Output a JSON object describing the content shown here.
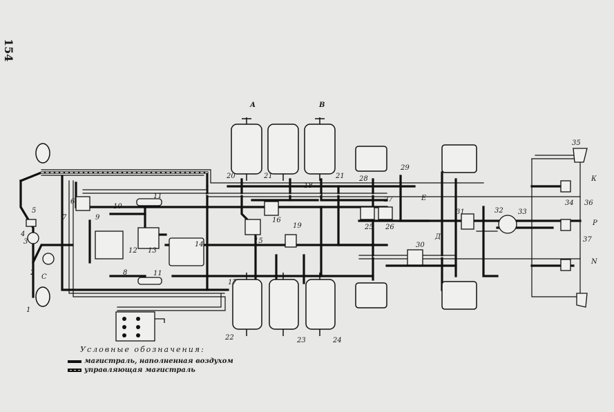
{
  "page_number": "154",
  "legend": {
    "title": "Условные обозначения:",
    "items": [
      {
        "style": "solid",
        "text": "магистраль, наполненная воздухом"
      },
      {
        "style": "dashed",
        "text": "управляющая магистраль"
      }
    ]
  },
  "colors": {
    "paper": "#e8e8e6",
    "ink": "#111111"
  },
  "labels": {
    "l1": "1",
    "l2": "2",
    "l3": "3",
    "l4": "4",
    "l5": "5",
    "l6": "6",
    "l7": "7",
    "l8": "8",
    "l9": "9",
    "l10": "10",
    "l11a": "11",
    "l11b": "11",
    "l12": "12",
    "l13": "13",
    "l14": "14",
    "l15": "15",
    "l16": "16",
    "l17": "17",
    "l18": "18",
    "l19": "19",
    "l20": "20",
    "l21a": "21",
    "l21b": "21",
    "l22": "22",
    "l23": "23",
    "l24": "24",
    "l25": "25",
    "l26": "26",
    "l27": "27",
    "l28": "28",
    "l29": "29",
    "l30": "30",
    "l31": "31",
    "l32": "32",
    "l33": "33",
    "l34": "34",
    "l35": "35",
    "l36": "36",
    "l37": "37",
    "A": "А",
    "B": "В",
    "C": "С",
    "D": "Д",
    "E": "Е",
    "K": "К",
    "P": "Р",
    "N": "N"
  }
}
